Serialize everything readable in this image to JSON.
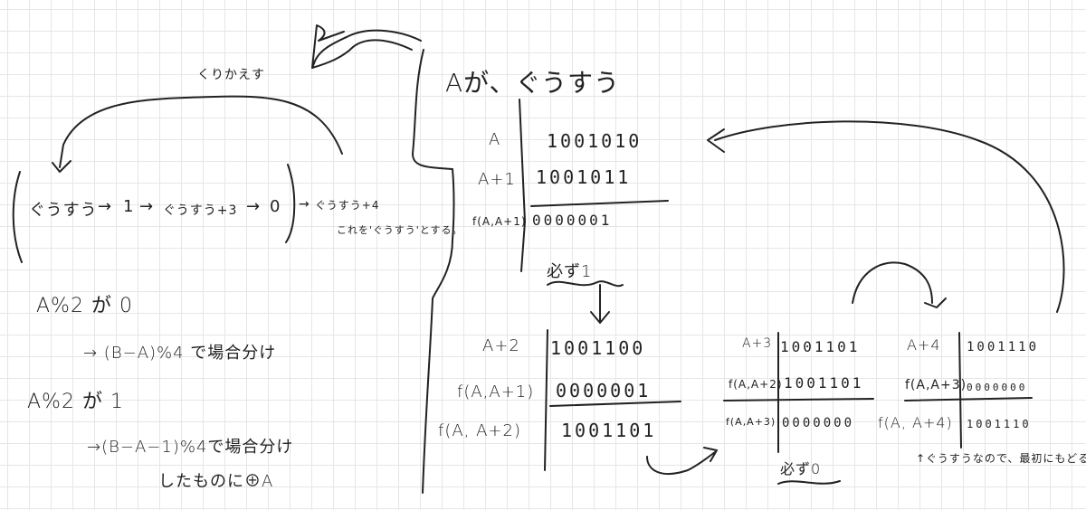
{
  "header": {
    "title": "Aが、ぐうすう"
  },
  "left": {
    "repeat_label": "くりかえす",
    "cycle": {
      "even": "ぐうすう",
      "one": "1",
      "even_plus_3": "ぐうすう+3",
      "zero": "0",
      "next": "ぐうすう+4"
    },
    "cycle_note": "これを'ぐうすう'とする。",
    "case1_condition": "A%2 が 0",
    "case1_result": "→ (B−A)%4 で場合分け",
    "case2_condition": "A%2 が 1",
    "case2_result_line1": "→(B−A−1)%4で場合分け",
    "case2_result_line2": "したものに⊕A"
  },
  "table1": {
    "rows": [
      {
        "label": "A",
        "bits": "1001010"
      },
      {
        "label": "A+1",
        "bits": "1001011"
      },
      {
        "label": "f(A,A+1)",
        "bits": "0000001"
      }
    ],
    "note": "必ず1"
  },
  "table2": {
    "rows": [
      {
        "label": "A+2",
        "bits": "1001100"
      },
      {
        "label": "f(A,A+1)",
        "bits": "0000001"
      },
      {
        "label": "f(A, A+2)",
        "bits": "1001101"
      }
    ]
  },
  "table3": {
    "rows": [
      {
        "label": "A+3",
        "bits": "1001101"
      },
      {
        "label": "f(A,A+2)",
        "bits": "1001101"
      },
      {
        "label": "f(A,A+3)",
        "bits": "0000000"
      }
    ],
    "note": "必ず0"
  },
  "table4": {
    "rows": [
      {
        "label": "A+4",
        "bits": "1001110"
      },
      {
        "label": "f(A,A+3)",
        "bits": "0000000"
      },
      {
        "label": "f(A, A+4)",
        "bits": "1001110"
      }
    ],
    "note": "↑ぐうすうなので、最初にもどる。"
  }
}
